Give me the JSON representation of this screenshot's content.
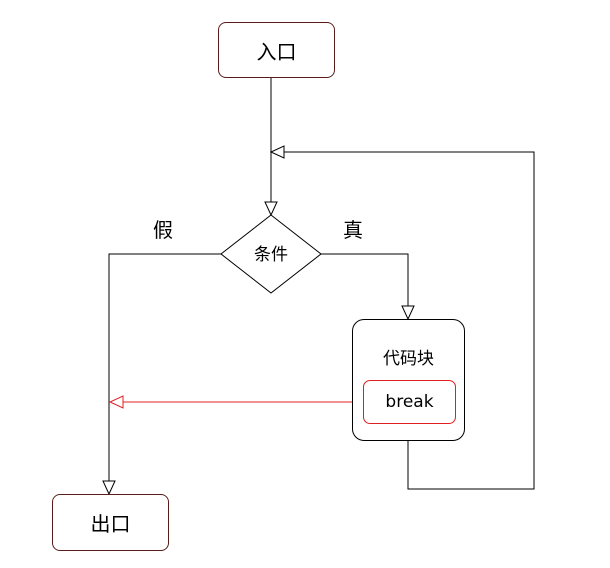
{
  "nodes": {
    "entry": "入口",
    "condition": "条件",
    "code_block": "代码块",
    "break": "break",
    "exit": "出口"
  },
  "edges": {
    "false_label": "假",
    "true_label": "真"
  },
  "colors": {
    "line": "#000000",
    "break_accent": "#e02020",
    "node_border": "#5a1b1b"
  }
}
